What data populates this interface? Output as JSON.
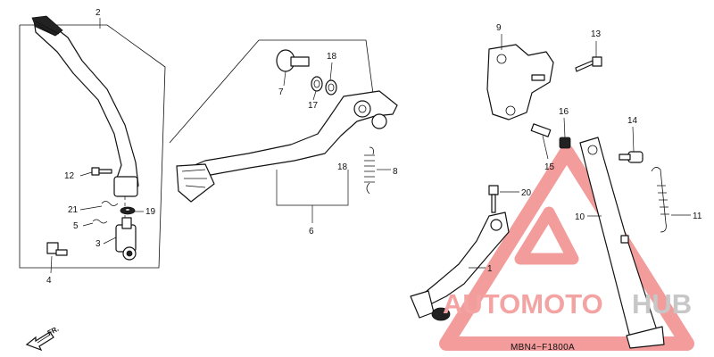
{
  "diagram": {
    "callouts": {
      "c1": "1",
      "c2": "2",
      "c3": "3",
      "c4": "4",
      "c5": "5",
      "c6": "6",
      "c7": "7",
      "c8": "8",
      "c9": "9",
      "c10": "10",
      "c11": "11",
      "c12": "12",
      "c13": "13",
      "c14": "14",
      "c15": "15",
      "c16": "16",
      "c17": "17",
      "c18": "18",
      "c19": "19",
      "c20": "20",
      "c21": "21"
    },
    "direction_label": "FR.",
    "figure_code": "MBN4−F1800A"
  },
  "watermark": {
    "brand_part1": "AUTOMOTO",
    "brand_part2": "HUB",
    "color_part1": "#f4a3a3",
    "color_part2": "#c7c7c7",
    "triangle_color": "#f28b8b"
  }
}
